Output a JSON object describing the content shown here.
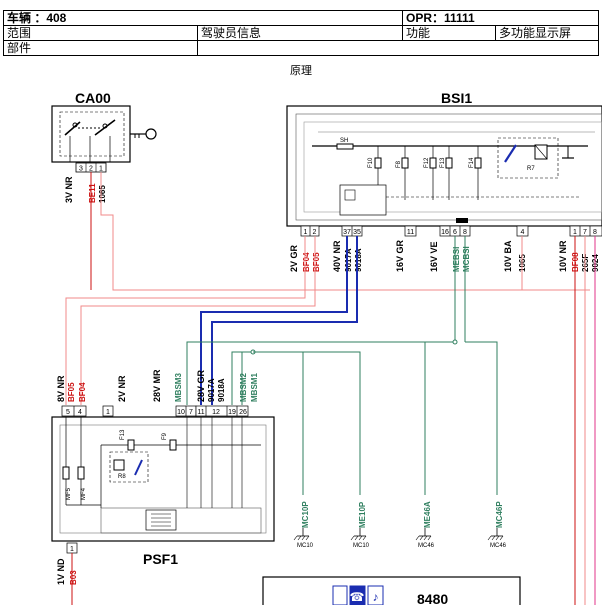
{
  "header": {
    "vehicle": "车辆 ：408",
    "opr": "OPR：11111",
    "scope_label": "范围",
    "scope_value": "驾驶员信息",
    "function_label": "功能",
    "function_value": "多功能显示屏",
    "part_label": "部件",
    "part_value": ""
  },
  "caption": "原理",
  "components": {
    "ca00": "CA00",
    "bsi1": "BSI1",
    "psf1": "PSF1",
    "c8480": "8480"
  },
  "ca00_pins": [
    "3",
    "2",
    "1"
  ],
  "ca00_connector": "3V NR",
  "ca00_wires": [
    "BE11",
    "1065"
  ],
  "bsi_connectors": [
    {
      "label": "2V GR",
      "pins": [
        "1",
        "2"
      ],
      "wires": [
        "BF04",
        "BF05"
      ]
    },
    {
      "label": "40V NR",
      "pins": [
        "37",
        "35"
      ],
      "wires": [
        "9017A",
        "9018A"
      ]
    },
    {
      "label": "16V GR",
      "pins": [
        "11"
      ],
      "wires": []
    },
    {
      "label": "16V VE",
      "pins": [
        "16",
        "6",
        "8"
      ],
      "wires": [
        "MEBSI",
        "MCBSI"
      ]
    },
    {
      "label": "10V BA",
      "pins": [
        "4"
      ],
      "wires": [
        "1065"
      ]
    },
    {
      "label": "10V NR",
      "pins": [
        "1",
        "7",
        "8"
      ],
      "wires": [
        "BF08",
        "265F",
        "9024"
      ]
    }
  ],
  "bsi_internal": [
    "SH",
    "F10",
    "F8",
    "F12",
    "F13",
    "F14",
    "R7"
  ],
  "psf_connectors": [
    {
      "label": "8V NR",
      "pins": [
        "5",
        "4"
      ],
      "wires": [
        "BF05",
        "BF04"
      ]
    },
    {
      "label": "2V NR",
      "pins": [
        "1"
      ],
      "wires": []
    },
    {
      "label": "28V MR",
      "pins": [
        "10",
        "7"
      ],
      "wires": [
        "MBSM3"
      ]
    },
    {
      "label": "28V GR",
      "pins": [
        "11",
        "12",
        "19",
        "26"
      ],
      "wires": [
        "9017A",
        "9018A",
        "MBSM2",
        "MBSM1"
      ]
    }
  ],
  "psf_internal": [
    "F13",
    "F9",
    "R8",
    "MF5",
    "MF4"
  ],
  "psf_bottom": {
    "label": "1V ND",
    "pin": "1",
    "wire": "B03"
  },
  "grounds": [
    {
      "wire": "MC10P",
      "ref": "MC10"
    },
    {
      "wire": "ME10P",
      "ref": "MC10"
    },
    {
      "wire": "ME46A",
      "ref": "MC46"
    },
    {
      "wire": "MC46P",
      "ref": "MC46"
    }
  ],
  "colors": {
    "red": "#cc1111",
    "pink": "#f08a8a",
    "blue": "#1a2cb0",
    "green": "#2f7f5f",
    "magenta": "#e0338a"
  }
}
